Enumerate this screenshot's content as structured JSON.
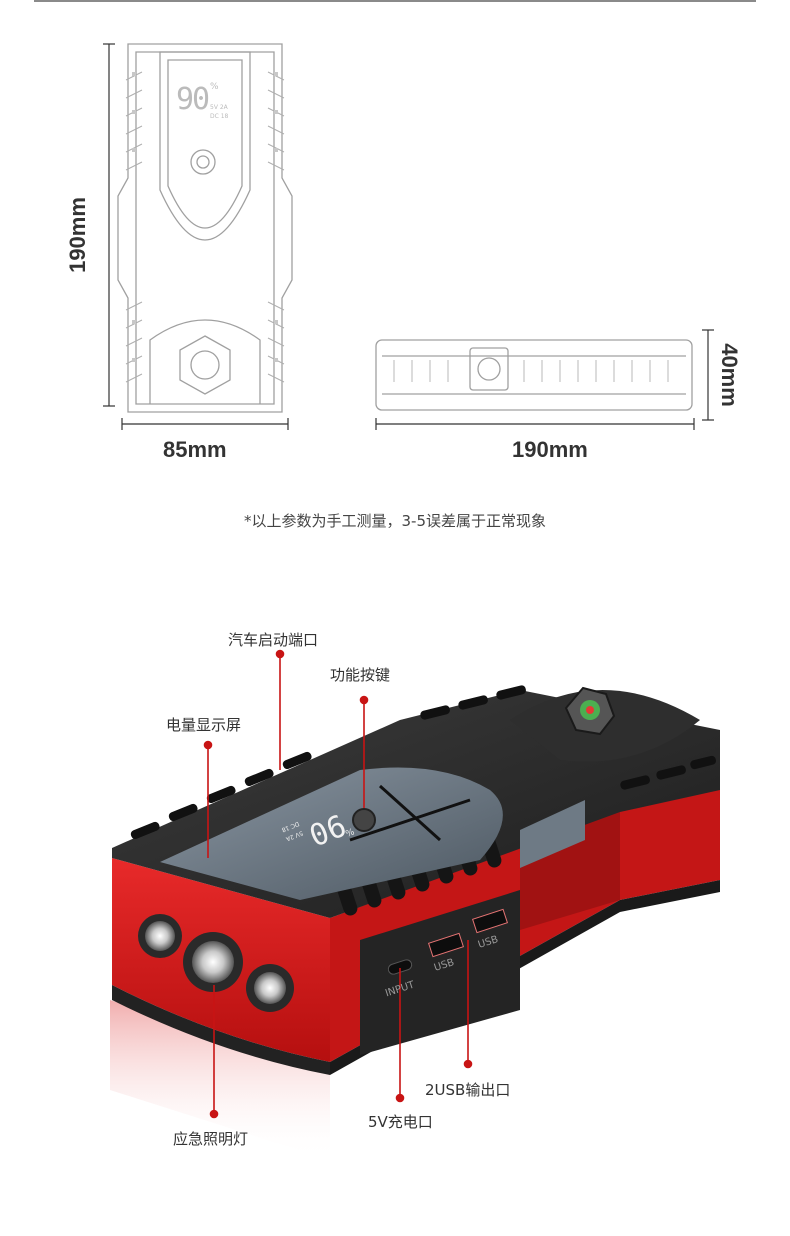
{
  "dimensions": {
    "front_height": "190mm",
    "front_width": "85mm",
    "side_length": "190mm",
    "side_thickness": "40mm"
  },
  "device_display": {
    "percent": "90",
    "percent_sign": "%",
    "line1": "5V 2A",
    "line2": "DC 18"
  },
  "note": "*以上参数为手工测量，3-5误差属于正常现象",
  "callouts": {
    "car_start_port": "汽车启动端口",
    "function_key": "功能按键",
    "display_screen": "电量显示屏",
    "usb_output": "2USB输出口",
    "charge_port": "5V充电口",
    "emergency_light": "应急照明灯"
  },
  "port_labels": {
    "input": "INPUT",
    "usb1": "USB",
    "usb2": "USB"
  },
  "colors": {
    "body_red": "#d21a1a",
    "body_black": "#262626",
    "line_red": "#c81414",
    "outline_gray": "#9a9a9a"
  }
}
